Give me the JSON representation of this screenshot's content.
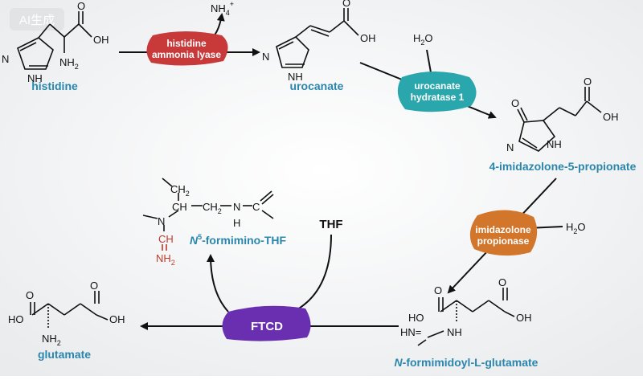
{
  "watermark": "AI生成",
  "colors": {
    "label_blue": "#2a86ac",
    "enzyme_hal": "#c8393a",
    "enzyme_uh": "#2aa7ac",
    "enzyme_ip": "#d2762b",
    "enzyme_ftcd": "#6a2fb0",
    "red_atoms": "#c0392b"
  },
  "compounds": {
    "histidine": "histidine",
    "urocanate": "urocanate",
    "imidazolone": "4-imidazolone-5-propionate",
    "formimidoyl_prefix": "N",
    "formimidoyl_rest": "-formimidoyl-L-glutamate",
    "glutamate": "glutamate",
    "formimino_prefix": "N",
    "formimino_sup": "5",
    "formimino_rest": "-formimino-THF"
  },
  "enzymes": {
    "hal_line1": "histidine",
    "hal_line2": "ammonia lyase",
    "uh_line1": "urocanate",
    "uh_line2": "hydratase 1",
    "ip_line1": "imidazolone",
    "ip_line2": "propionase",
    "ftcd": "FTCD"
  },
  "cofactors": {
    "nh4": "NH",
    "nh4_sub": "4",
    "nh4_sup": "+",
    "h2o": "H",
    "h2o_sub": "2",
    "h2o_o": "O",
    "thf": "THF"
  },
  "atoms": {
    "oh": "OH",
    "ho": "HO",
    "nh2": "NH",
    "nh2_sub": "2",
    "nh": "NH",
    "n": "N",
    "h": "H",
    "o": "O",
    "ch2": "CH",
    "ch2_sub": "2",
    "ch": "CH",
    "c": "C",
    "hn_eq": "HN="
  }
}
